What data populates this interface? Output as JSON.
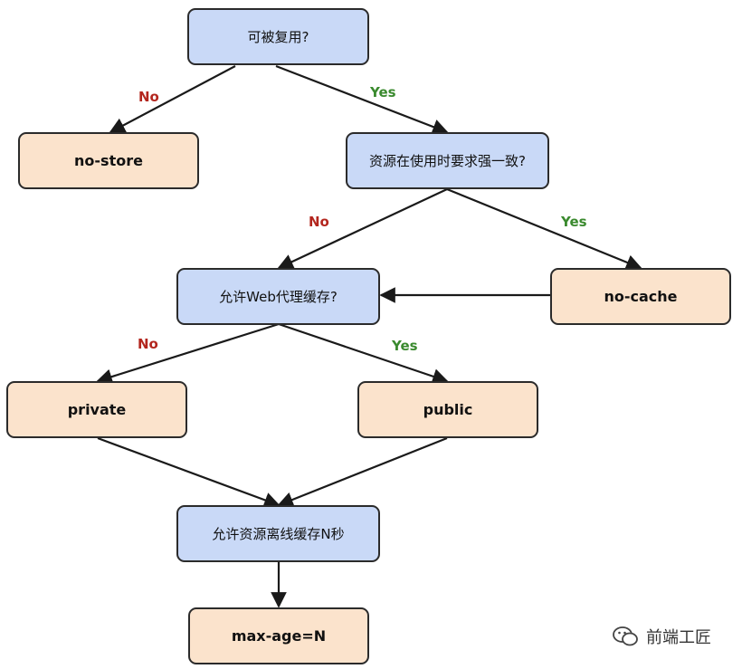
{
  "nodes": {
    "reusable": "可被复用?",
    "no_store": "no-store",
    "strong_consistency": "资源在使用时要求强一致?",
    "proxy_cache": "允许Web代理缓存?",
    "no_cache": "no-cache",
    "private": "private",
    "public": "public",
    "offline_cache": "允许资源离线缓存N秒",
    "max_age": "max-age=N"
  },
  "labels": {
    "reusable_no": "No",
    "reusable_yes": "Yes",
    "strong_no": "No",
    "strong_yes": "Yes",
    "proxy_no": "No",
    "proxy_yes": "Yes"
  },
  "watermark": {
    "text": "前端工匠",
    "icon": "wechat-icon"
  },
  "colors": {
    "decision_fill": "#c9d9f7",
    "terminal_fill": "#fbe3cc",
    "no_label": "#b3261e",
    "yes_label": "#3a8a2e"
  }
}
